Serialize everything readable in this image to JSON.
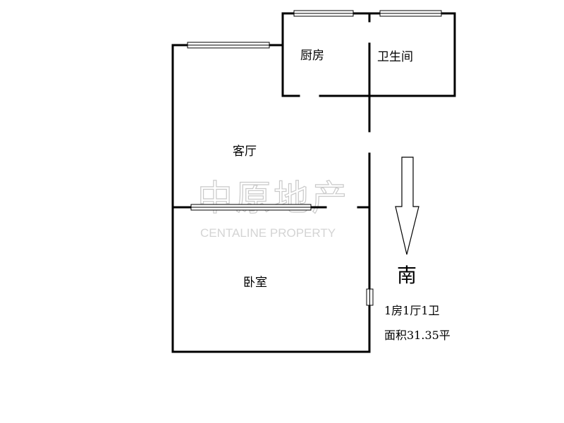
{
  "rooms": {
    "kitchen": "厨房",
    "bathroom": "卫生间",
    "living_room": "客厅",
    "bedroom": "卧室"
  },
  "compass": {
    "direction": "南"
  },
  "info": {
    "layout": "1房1厅1卫",
    "area": "面积31.35平"
  },
  "watermark": {
    "brand_cn": "中原地产",
    "brand_en": "CENTALINE PROPERTY"
  },
  "colors": {
    "wall": "#000000",
    "background": "#ffffff",
    "watermark": "#c9c9c9"
  }
}
